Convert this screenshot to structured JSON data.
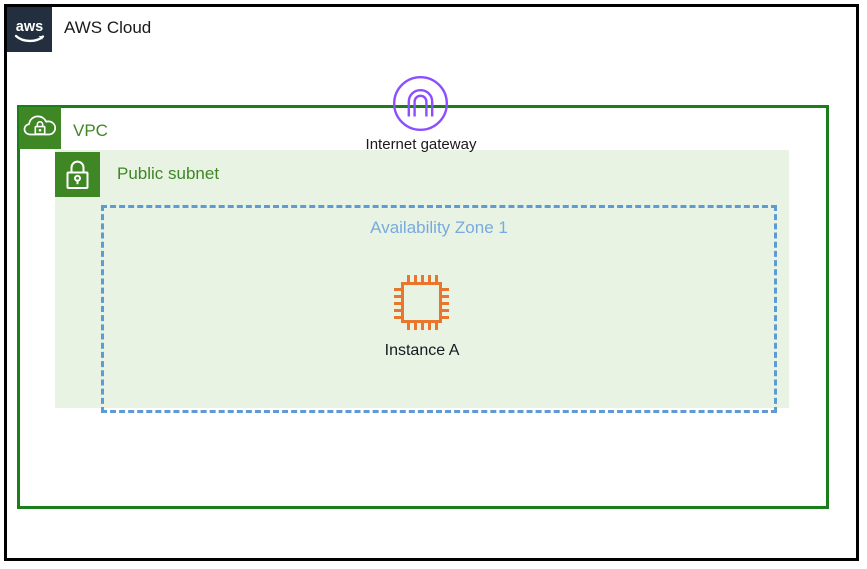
{
  "diagram": {
    "cloud": {
      "title": "AWS Cloud",
      "logo_icon": "aws-logo-icon",
      "border_color": "#000000"
    },
    "vpc": {
      "title": "VPC",
      "icon": "vpc-cloud-lock-icon",
      "border_color": "#1a7e1a",
      "accent_color": "#3f8624"
    },
    "subnet": {
      "title": "Public subnet",
      "icon": "padlock-icon",
      "fill_color": "#e9f3e4",
      "accent_color": "#3f8624"
    },
    "availability_zone": {
      "title": "Availability Zone 1",
      "border_color": "#5e9ad4",
      "text_color": "#77aade",
      "border_style": "dashed"
    },
    "internet_gateway": {
      "label": "Internet gateway",
      "icon": "internet-gateway-icon",
      "color": "#8c4fff"
    },
    "instance": {
      "label": "Instance A",
      "icon": "ec2-instance-chip-icon",
      "color": "#e8762d"
    }
  }
}
